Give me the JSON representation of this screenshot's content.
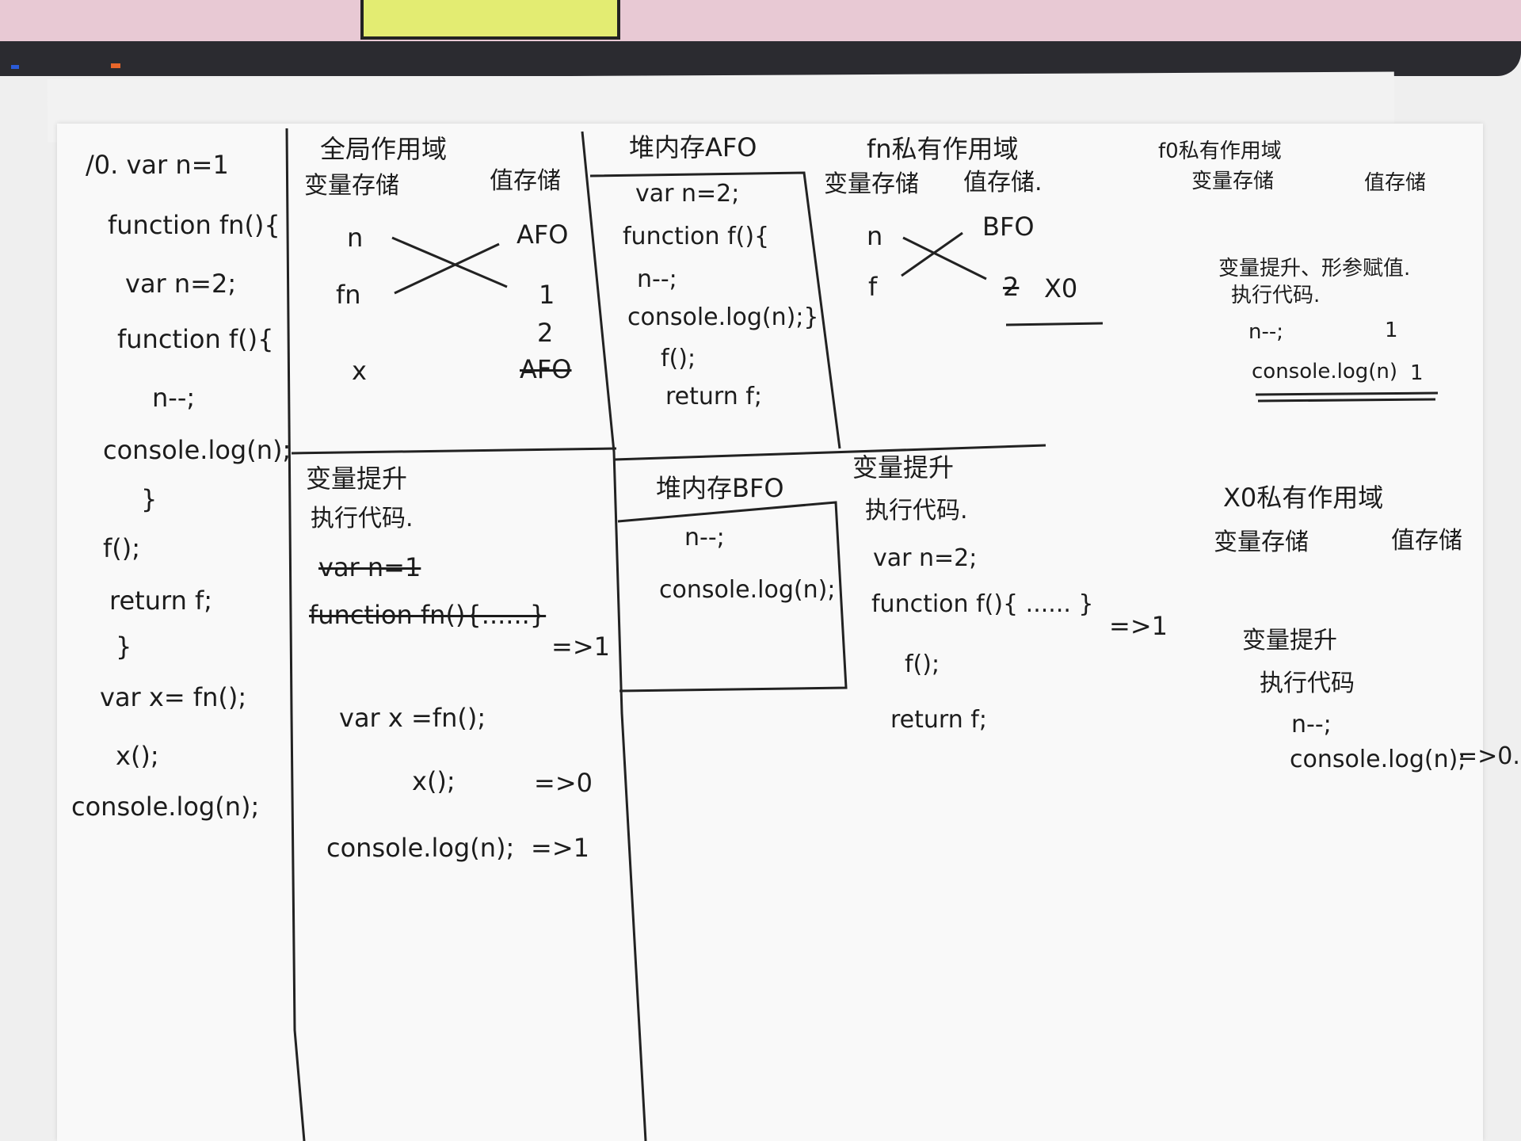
{
  "code": [
    "/0. var  n=1",
    "function  fn(){",
    "var  n=2;",
    "function  f(){",
    "n--;",
    "console.log(n);",
    "}",
    "f();",
    "return  f;",
    "}",
    "var x=  fn();",
    "x();",
    "console.log(n);"
  ],
  "global": {
    "title": "全局作用域",
    "var_store": "变量存储",
    "val_store": "值存储",
    "vars": [
      "n",
      "fn",
      "x"
    ],
    "vals": [
      "AFO",
      "1",
      "2",
      "AFO"
    ],
    "hoist": "变量提升",
    "exec": "执行代码.",
    "hoist_lines": [
      "var  n=1",
      "function  fn(){......}"
    ],
    "hoist_result": "=>1",
    "exec_lines": [
      "var  x  =fn();",
      "x();",
      "console.log(n);"
    ],
    "exec_results": [
      "=>0",
      "=>1"
    ]
  },
  "heap_afo": {
    "title": "堆内存AFO",
    "lines": [
      "var  n=2;",
      "function  f(){",
      "n--;",
      "console.log(n);}",
      "f();",
      "return  f;"
    ]
  },
  "heap_bfo": {
    "title": "堆内存BFO",
    "lines": [
      "n--;",
      "console.log(n);"
    ]
  },
  "fn_scope": {
    "title": "fn私有作用域",
    "var_store": "变量存储",
    "val_store": "值存储.",
    "vars": [
      "n",
      "f"
    ],
    "vals": [
      "BFO",
      "2",
      "X0"
    ],
    "hoist": "变量提升",
    "exec": "执行代码.",
    "lines": [
      "var  n=2;",
      "function  f(){ ...... }",
      "f();",
      "return  f;"
    ],
    "result": "=>1"
  },
  "f_scope": {
    "title": "f0私有作用域",
    "var_store": "变量存储",
    "val_store": "值存储",
    "note1": "变量提升、形参赋值.",
    "note2": "执行代码.",
    "line1": "n--;",
    "line1_val": "1",
    "line2": "console.log(n)",
    "line2_val": "1"
  },
  "x_scope": {
    "title": "X0私有作用域",
    "var_store": "变量存储",
    "val_store": "值存储",
    "hoist": "变量提升",
    "exec": "执行代码",
    "line1": "n--;",
    "line2": "console.log(n);",
    "result": "=>0."
  }
}
